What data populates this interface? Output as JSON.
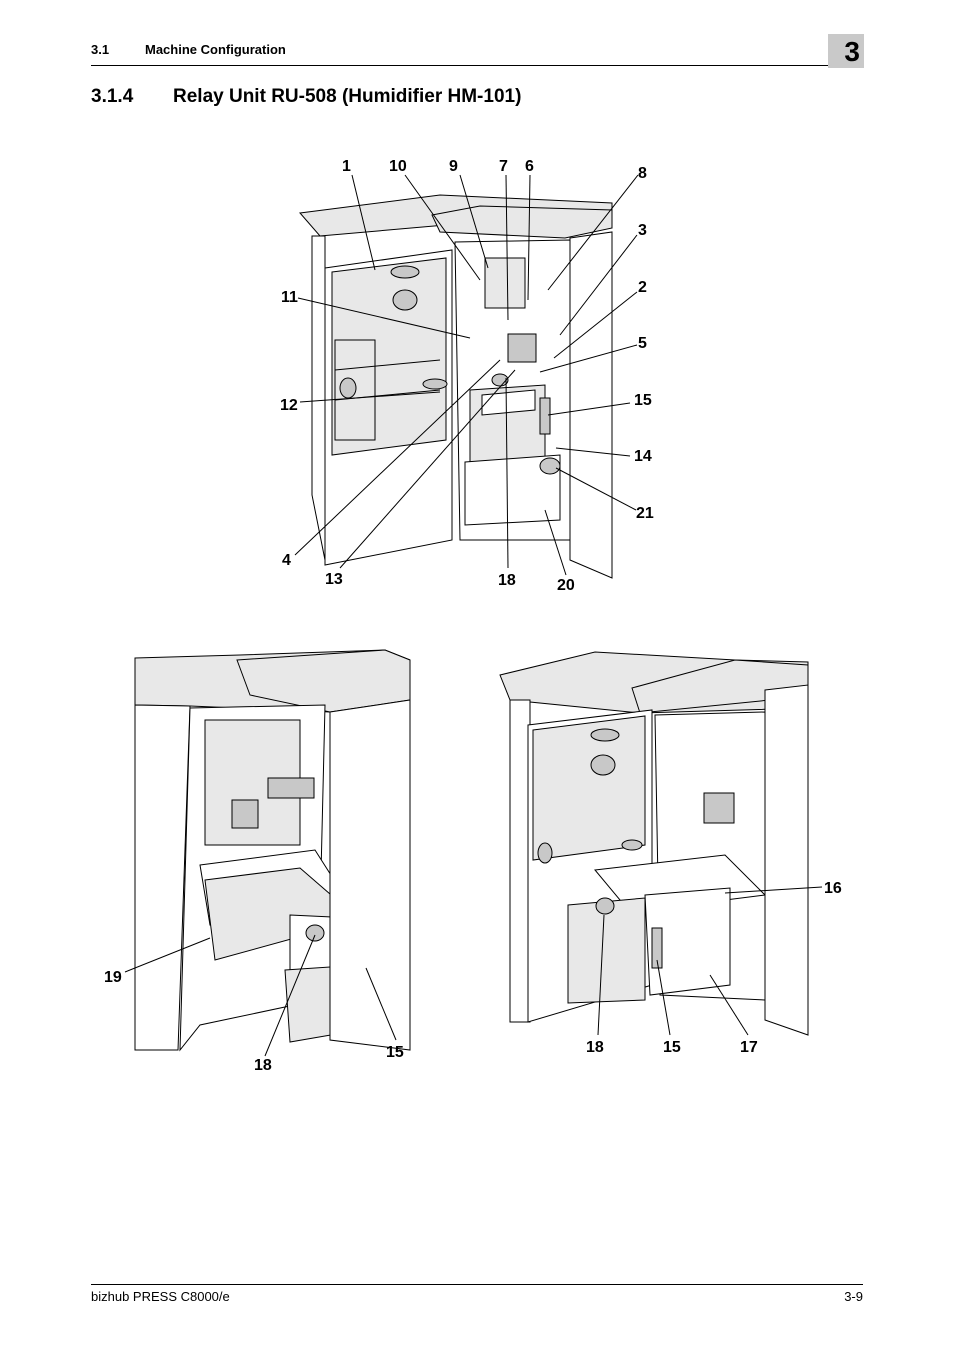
{
  "header": {
    "section_number": "3.1",
    "section_title": "Machine Configuration",
    "chapter": "3"
  },
  "heading": {
    "number": "3.1.4",
    "title": "Relay Unit RU-508 (Humidifier HM-101)"
  },
  "figure_top": {
    "callouts": [
      "1",
      "10",
      "9",
      "7",
      "6",
      "8",
      "3",
      "2",
      "5",
      "15",
      "14",
      "21",
      "20",
      "18",
      "13",
      "4",
      "12",
      "11"
    ]
  },
  "figure_left": {
    "callouts": [
      "19",
      "18",
      "15"
    ]
  },
  "figure_right": {
    "callouts": [
      "16",
      "18",
      "15",
      "17"
    ]
  },
  "footer": {
    "product": "bizhub PRESS C8000/e",
    "page": "3-9"
  }
}
